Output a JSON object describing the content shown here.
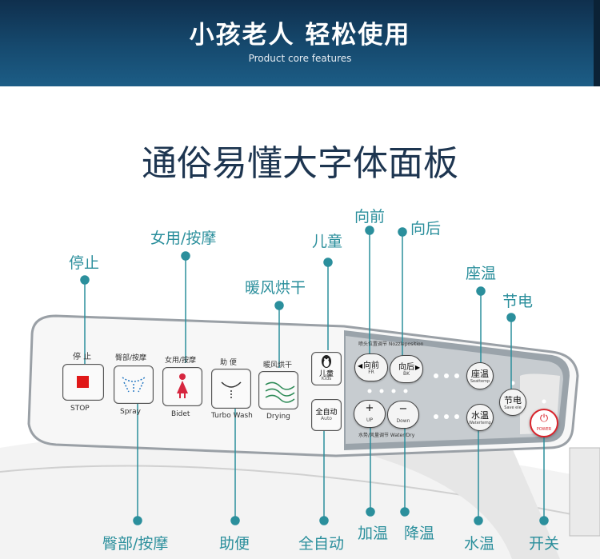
{
  "banner": {
    "title": "小孩老人 轻松使用",
    "subtitle": "Product core features"
  },
  "heading": "通俗易懂大字体面板",
  "callouts": {
    "stop": "停止",
    "bidet": "女用/按摩",
    "kids": "儿童",
    "drying": "暖风烘干",
    "forward": "向前",
    "back": "向后",
    "seat_temp": "座温",
    "save": "节电",
    "spray": "臀部/按摩",
    "turbo": "助便",
    "auto": "全自动",
    "up": "加温",
    "down": "降温",
    "water_temp": "水温",
    "power": "开关"
  },
  "panel": {
    "stop": {
      "top": "停  止",
      "bottom": "STOP"
    },
    "spray": {
      "top": "臀部/按摩",
      "bottom": "Spray"
    },
    "bidet": {
      "top": "女用/按摩",
      "bottom": "Bidet"
    },
    "turbo": {
      "top": "助  便",
      "bottom": "Turbo Wash"
    },
    "drying": {
      "top": "暖风烘干",
      "bottom": "Drying"
    },
    "kids": {
      "main": "儿童",
      "sub": "Kids"
    },
    "auto": {
      "main": "全自动",
      "sub": "Auto"
    },
    "nozzle_label": "喷头位置调节 Nozzleposition",
    "fr": {
      "main": "向前",
      "sub": "FR"
    },
    "bk": {
      "main": "向后",
      "sub": "BK"
    },
    "up": {
      "main": "+",
      "sub": "UP"
    },
    "down": {
      "main": "−",
      "sub": "Down"
    },
    "water_label": "水势/风量调节  Water/Dry",
    "seat": {
      "main": "座温",
      "sub": "Seattemp"
    },
    "water": {
      "main": "水温",
      "sub": "Watertemp"
    },
    "save": {
      "main": "节电",
      "sub": "Save ele"
    },
    "power": {
      "sub": "POWER"
    }
  },
  "colors": {
    "accent": "#2b8f9c",
    "banner": "#164a6f",
    "stop_red": "#e01818",
    "power_red": "#d9232b"
  }
}
